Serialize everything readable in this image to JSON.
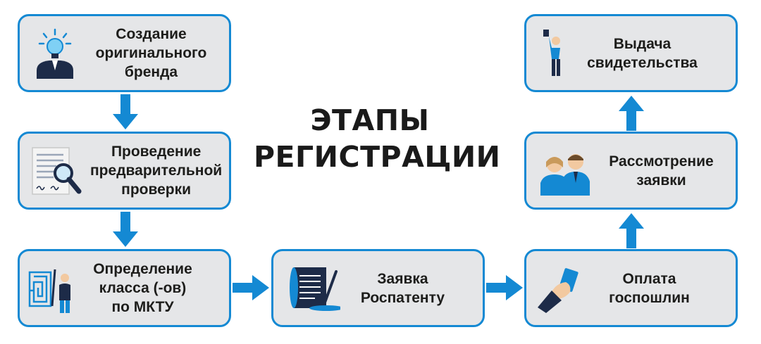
{
  "title": {
    "line1": "ЭТАПЫ",
    "line2": "РЕГИСТРАЦИИ"
  },
  "accent_color": "#1489d3",
  "box_fill_color": "#e5e6e8",
  "steps": [
    {
      "label": "Создание\nоригинального\nбренда",
      "icon": "lightbulb-head-icon"
    },
    {
      "label": "Проведение\nпредварительной\nпроверки",
      "icon": "document-magnifier-icon"
    },
    {
      "label": "Определение\nкласса (-ов)\nпо МКТУ",
      "icon": "maze-person-icon"
    },
    {
      "label": "Заявка\nРоспатенту",
      "icon": "scroll-pen-icon"
    },
    {
      "label": "Оплата\nгоспошлин",
      "icon": "hand-card-icon"
    },
    {
      "label": "Рассмотрение\nзаявки",
      "icon": "two-people-icon"
    },
    {
      "label": "Выдача\nсвидетельства",
      "icon": "person-trophy-icon"
    }
  ]
}
